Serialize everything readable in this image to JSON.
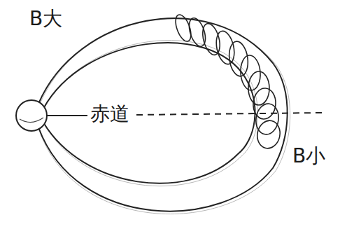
{
  "diagram": {
    "labels": [
      "B大",
      "赤道",
      "B小"
    ]
  }
}
